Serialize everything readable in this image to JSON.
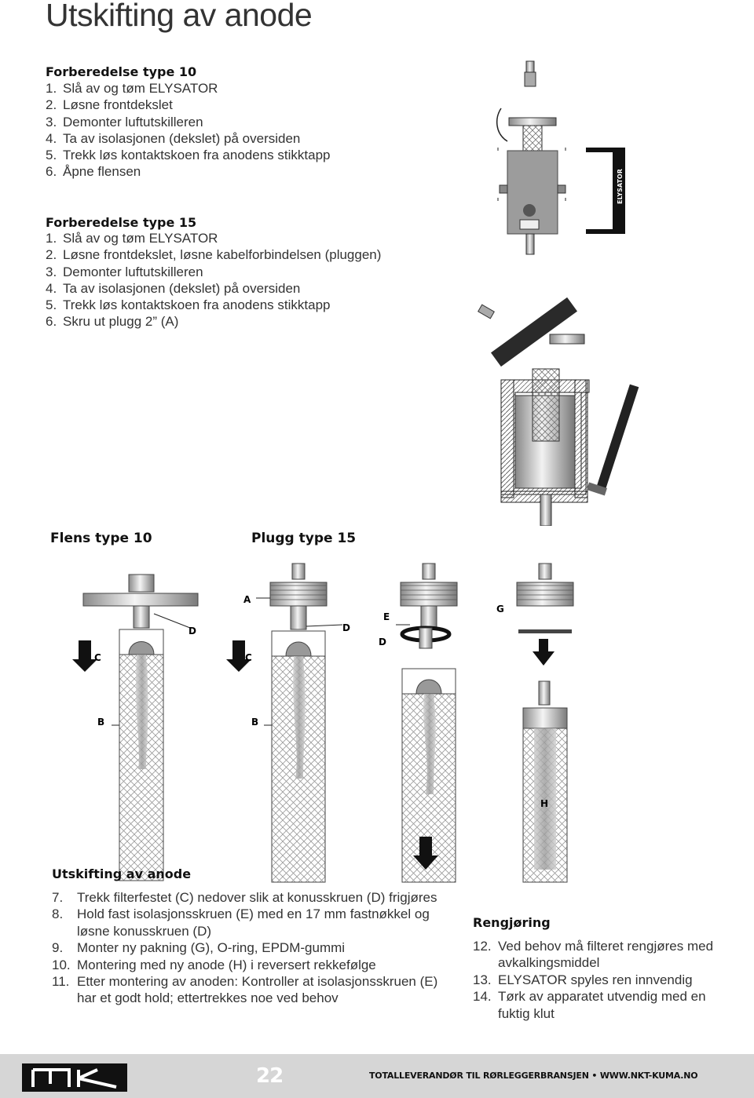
{
  "page": {
    "title": "Utskifting av anode"
  },
  "type10": {
    "heading": "Forberedelse type 10",
    "steps": [
      {
        "n": "1.",
        "text": "Slå av og tøm ELYSATOR"
      },
      {
        "n": "2.",
        "text": "Løsne frontdekslet"
      },
      {
        "n": "3.",
        "text": "Demonter luftutskilleren"
      },
      {
        "n": "4.",
        "text": "Ta av isolasjonen (dekslet) på oversiden"
      },
      {
        "n": "5.",
        "text": "Trekk løs kontaktskoen fra anodens stikktapp"
      },
      {
        "n": "6.",
        "text": "Åpne flensen"
      }
    ]
  },
  "type15": {
    "heading": "Forberedelse type 15",
    "steps": [
      {
        "n": "1.",
        "text": "Slå av og tøm ELYSATOR"
      },
      {
        "n": "2.",
        "text": "Løsne frontdekslet, løsne kabelforbindelsen (pluggen)"
      },
      {
        "n": "3.",
        "text": "Demonter luftutskilleren"
      },
      {
        "n": "4.",
        "text": "Ta av isolasjonen (dekslet) på oversiden"
      },
      {
        "n": "5.",
        "text": "Trekk løs kontaktskoen fra anodens stikktapp"
      },
      {
        "n": "6.",
        "text": "Skru ut plugg 2” (A)"
      }
    ]
  },
  "figure": {
    "brand_text": "ELYSATOR",
    "caption_flens": "Flens type 10",
    "caption_plugg": "Plugg type 15",
    "letters": {
      "a": "A",
      "b": "B",
      "c": "C",
      "d": "D",
      "e": "E",
      "g": "G",
      "h": "H"
    }
  },
  "replace": {
    "heading": "Utskifting av anode",
    "steps": [
      {
        "n": "7.",
        "text": "Trekk filterfestet (C) nedover slik at konusskruen (D) frigjøres"
      },
      {
        "n": "8.",
        "text": "Hold fast isolasjonsskruen (E) med en 17 mm fastnøkkel og løsne konusskruen (D)"
      },
      {
        "n": "9.",
        "text": "Monter ny pakning (G), O-ring, EPDM-gummi"
      },
      {
        "n": "10.",
        "text": "Montering med ny anode (H) i reversert rekkefølge"
      },
      {
        "n": "11.",
        "text": "Etter montering av anoden: Kontroller at isolasjonsskruen (E) har et godt hold; ettertrekkes noe ved behov"
      }
    ]
  },
  "clean": {
    "heading": "Rengjøring",
    "steps": [
      {
        "n": "12.",
        "text": "Ved behov må filteret rengjøres med avkalkingsmiddel"
      },
      {
        "n": "13.",
        "text": "ELYSATOR spyles ren innvendig"
      },
      {
        "n": "14.",
        "text": "Tørk av apparatet utvendig med en fuktig klut"
      }
    ]
  },
  "footer": {
    "page_number": "22",
    "tagline": "TOTALLEVERANDØR TIL RØRLEGGERBRANSJEN • WWW.NKT-KUMA.NO"
  },
  "colors": {
    "footer_bg": "#d6d6d6",
    "text": "#333333",
    "heading": "#111111"
  }
}
